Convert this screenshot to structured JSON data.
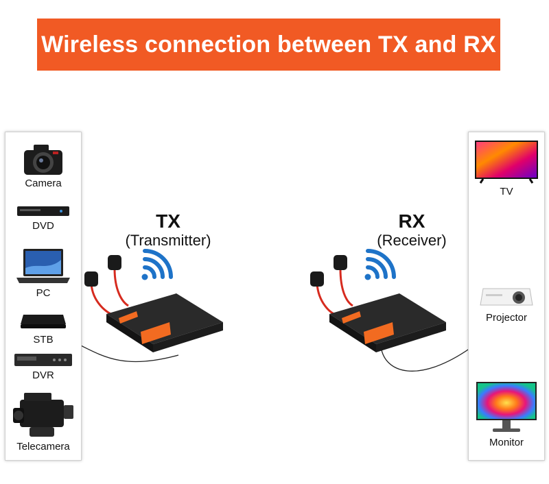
{
  "banner": {
    "title": "Wireless connection between TX and RX",
    "color": "#f15a24"
  },
  "tx": {
    "name": "TX",
    "role": "(Transmitter)"
  },
  "rx": {
    "name": "RX",
    "role": "(Receiver)"
  },
  "left_devices": [
    {
      "label": "Camera",
      "icon": "camera-icon"
    },
    {
      "label": "DVD",
      "icon": "dvd-player-icon"
    },
    {
      "label": "PC",
      "icon": "laptop-icon"
    },
    {
      "label": "STB",
      "icon": "set-top-box-icon"
    },
    {
      "label": "DVR",
      "icon": "dvr-icon"
    },
    {
      "label": "Telecamera",
      "icon": "video-camera-icon"
    }
  ],
  "right_devices": [
    {
      "label": "TV",
      "icon": "tv-icon"
    },
    {
      "label": "Projector",
      "icon": "projector-icon"
    },
    {
      "label": "Monitor",
      "icon": "monitor-icon"
    }
  ],
  "colors": {
    "wifi": "#1e73c8",
    "accent": "#f26b21",
    "device_body": "#1f1f1f",
    "cable": "#d62b1f"
  }
}
